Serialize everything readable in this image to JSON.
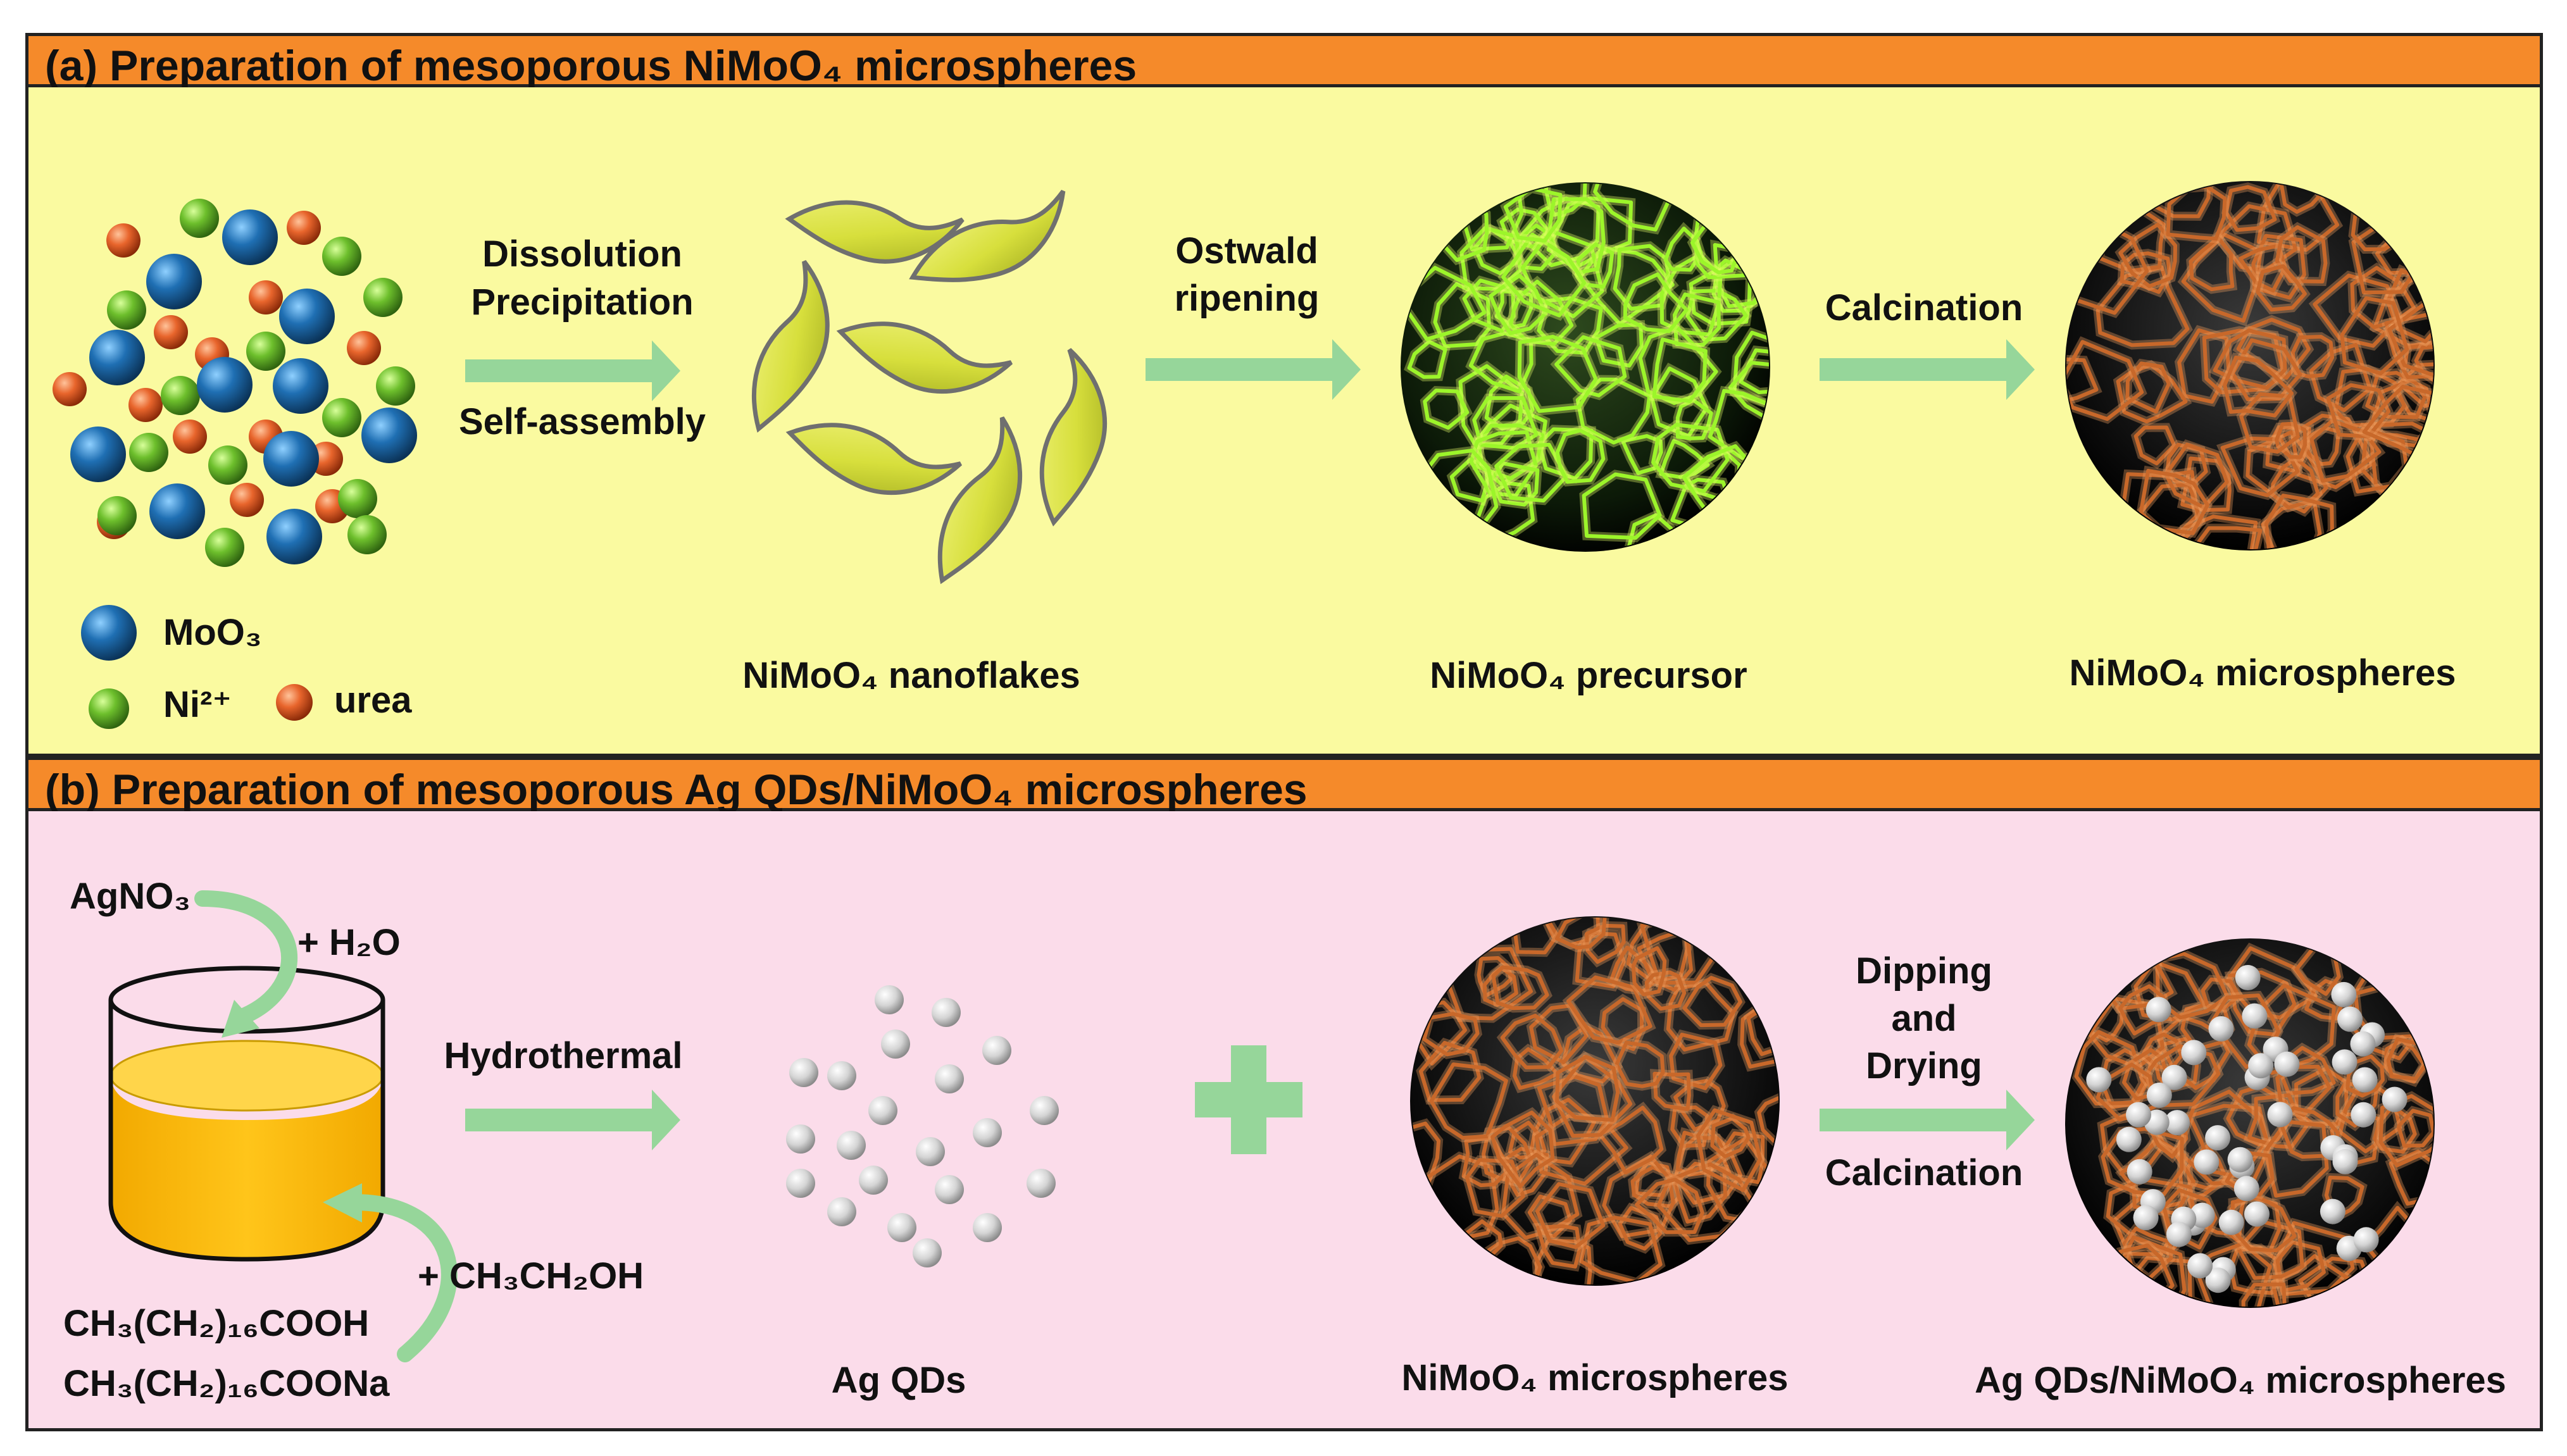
{
  "colors": {
    "banner": "#f58a2a",
    "panel_a_bg": "#fafaa0",
    "panel_b_bg": "#fbdcea",
    "arrow_green": "#96d69a",
    "moo3_blue": "#1f6fb3",
    "ni_green": "#6dbf2c",
    "urea_orange": "#e8652c",
    "flake_yellow": "#d7df3c",
    "liquid_amber": "#fcbf00",
    "network_green": "#9cf52a",
    "network_copper": "#c8682a"
  },
  "section_a": {
    "title": "(a) Preparation of mesoporous NiMoO₄ microspheres",
    "arrow1_label_line1": "Dissolution",
    "arrow1_label_line2": "Precipitation",
    "arrow1_label_below": "Self-assembly",
    "arrow2_label_line1": "Ostwald",
    "arrow2_label_line2": "ripening",
    "arrow3_label": "Calcination",
    "legend": {
      "moo3": "MoO₃",
      "ni": "Ni²⁺",
      "urea": "urea"
    },
    "captions": {
      "nanoflakes": "NiMoO₄ nanoflakes",
      "precursor": "NiMoO₄ precursor",
      "microspheres": "NiMoO₄ microspheres"
    }
  },
  "section_b": {
    "title": "(b) Preparation of mesoporous Ag QDs/NiMoO₄ microspheres",
    "reagent_top": "AgNO₃",
    "reagent_water": "+ H₂O",
    "reagent_ethanol": "+ CH₃CH₂OH",
    "reagent_acid": "CH₃(CH₂)₁₆COOH",
    "reagent_salt": "CH₃(CH₂)₁₆COONa",
    "arrow1_label": "Hydrothermal",
    "arrow2_label_line1": "Dipping",
    "arrow2_label_line2": "and",
    "arrow2_label_line3": "Drying",
    "arrow2_label_below": "Calcination",
    "captions": {
      "ag_qds": "Ag QDs",
      "microspheres": "NiMoO₄ microspheres",
      "composite": "Ag QDs/NiMoO₄ microspheres"
    }
  }
}
